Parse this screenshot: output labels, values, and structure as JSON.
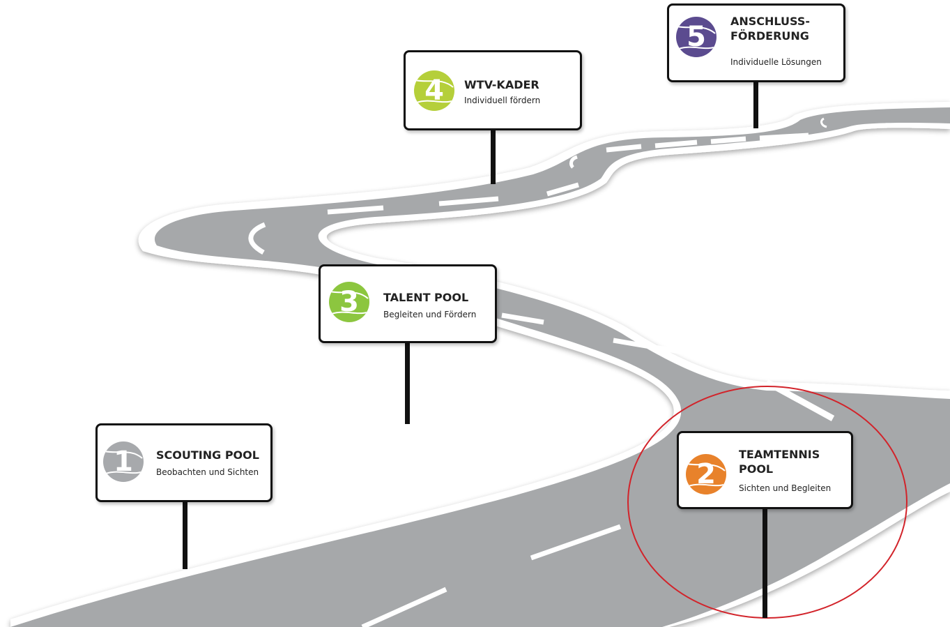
{
  "colors": {
    "road": "#a6a8aa",
    "road_edge": "#ffffff",
    "highlight_circle": "#d2232a"
  },
  "stations": [
    {
      "number": "1",
      "title": "SCOUTING POOL",
      "subtitle": "Beobachten und Sichten",
      "color": "#a7a9ac"
    },
    {
      "number": "2",
      "title": "TEAMTENNIS\nPOOL",
      "subtitle": "Sichten und Begleiten",
      "color": "#e8822b"
    },
    {
      "number": "3",
      "title": "TALENT POOL",
      "subtitle": "Begleiten und Fördern",
      "color": "#8cc63f"
    },
    {
      "number": "4",
      "title": "WTV-KADER",
      "subtitle": "Individuell fördern",
      "color": "#b5cf3a"
    },
    {
      "number": "5",
      "title": "ANSCHLUSS-\nFÖRDERUNG",
      "subtitle": "Individuelle Lösungen",
      "color": "#5b4b8f"
    }
  ]
}
